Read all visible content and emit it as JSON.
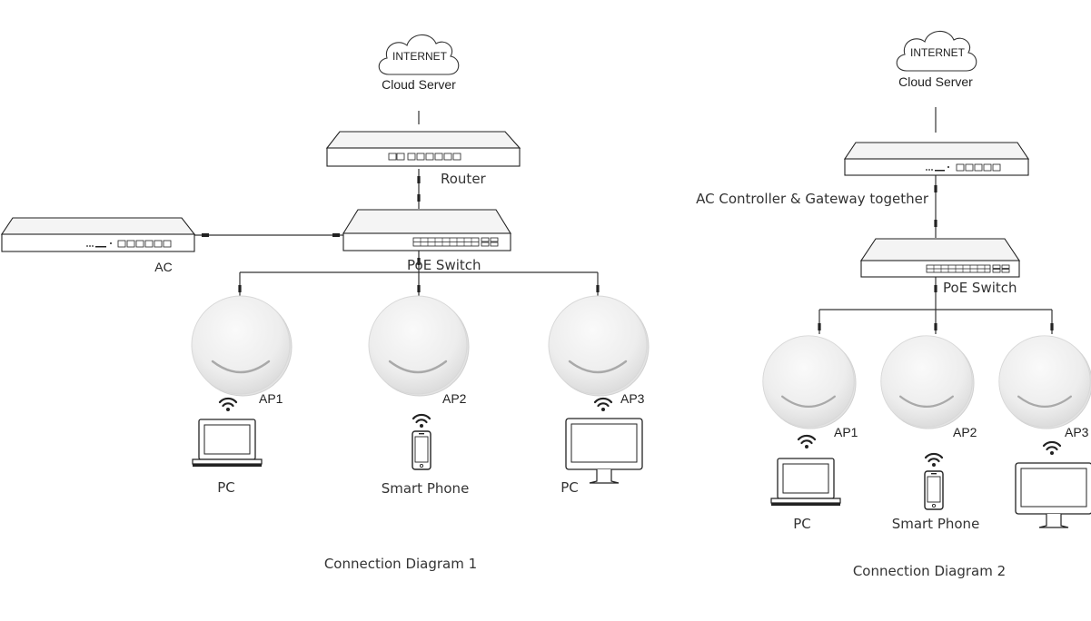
{
  "diagram1": {
    "caption": "Connection Diagram 1",
    "cloud_text": "INTERNET",
    "cloud_label": "Cloud Server",
    "router_label": "Router",
    "switch_label": "PoE Switch",
    "ac_label": "AC",
    "aps": [
      "AP1",
      "AP2",
      "AP3"
    ],
    "clients": [
      "PC",
      "Smart Phone",
      "PC"
    ]
  },
  "diagram2": {
    "caption": "Connection Diagram 2",
    "cloud_text": "INTERNET",
    "cloud_label": "Cloud Server",
    "gateway_label": "AC Controller & Gateway together",
    "switch_label": "PoE Switch",
    "aps": [
      "AP1",
      "AP2",
      "AP3"
    ],
    "clients": [
      "PC",
      "Smart Phone",
      ""
    ]
  },
  "icons": {
    "cloud": "cloud-icon",
    "router": "router-icon",
    "switch": "poe-switch-icon",
    "ac": "ac-controller-icon",
    "ap": "access-point-icon",
    "wifi": "wifi-icon",
    "laptop": "laptop-icon",
    "phone": "smartphone-icon",
    "monitor": "desktop-monitor-icon"
  },
  "colors": {
    "line": "#333333",
    "ap_fill": "#ececec",
    "ap_smile": "#a9a9a9"
  }
}
